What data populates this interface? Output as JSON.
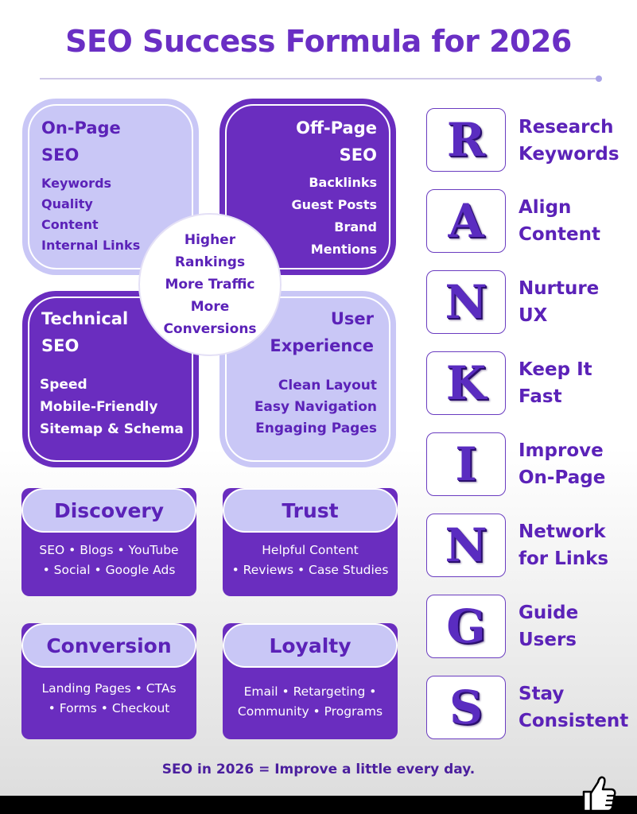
{
  "title": "SEO Success Formula for 2026",
  "quadrants": {
    "on_page": {
      "heading": [
        "On-Page",
        "SEO"
      ],
      "items": [
        "Keywords",
        "Quality",
        "Content",
        "Internal Links"
      ]
    },
    "off_page": {
      "heading": [
        "Off-Page",
        "SEO"
      ],
      "items": [
        "Backlinks",
        "Guest Posts",
        "Brand",
        "Mentions"
      ]
    },
    "technical": {
      "heading": [
        "Technical",
        "SEO"
      ],
      "items": [
        "Speed",
        "Mobile-Friendly",
        "Sitemap & Schema"
      ]
    },
    "user_experience": {
      "heading": [
        "User",
        "Experience"
      ],
      "items": [
        "Clean Layout",
        "Easy Navigation",
        "Engaging Pages"
      ]
    },
    "center": [
      "Higher",
      "Rankings",
      "More Traffic",
      "More",
      "Conversions"
    ]
  },
  "cards": [
    {
      "title": "Discovery",
      "lines": [
        "SEO • Blogs • YouTube",
        "• Social • Google Ads"
      ]
    },
    {
      "title": "Trust",
      "lines": [
        "Helpful Content",
        "• Reviews • Case Studies"
      ]
    },
    {
      "title": "Conversion",
      "lines": [
        "Landing Pages • CTAs",
        "• Forms • Checkout"
      ]
    },
    {
      "title": "Loyalty",
      "lines": [
        "Email • Retargeting •",
        "Community • Programs"
      ]
    }
  ],
  "rankings": [
    {
      "letter": "R",
      "label": [
        "Research",
        "Keywords"
      ]
    },
    {
      "letter": "A",
      "label": [
        "Align",
        "Content"
      ]
    },
    {
      "letter": "N",
      "label": [
        "Nurture",
        "UX"
      ]
    },
    {
      "letter": "K",
      "label": [
        "Keep It",
        "Fast"
      ]
    },
    {
      "letter": "I",
      "label": [
        "Improve",
        "On-Page"
      ]
    },
    {
      "letter": "N",
      "label": [
        "Network",
        "for Links"
      ]
    },
    {
      "letter": "G",
      "label": [
        "Guide",
        "Users"
      ]
    },
    {
      "letter": "S",
      "label": [
        "Stay",
        "Consistent"
      ]
    }
  ],
  "footer": "SEO in 2026 = Improve a little every day.",
  "icons": {
    "like": "thumbs-up-icon"
  },
  "colors": {
    "purple": "#6a2dbf",
    "lavender": "#c9c7f6",
    "text": "#5b22b8"
  }
}
